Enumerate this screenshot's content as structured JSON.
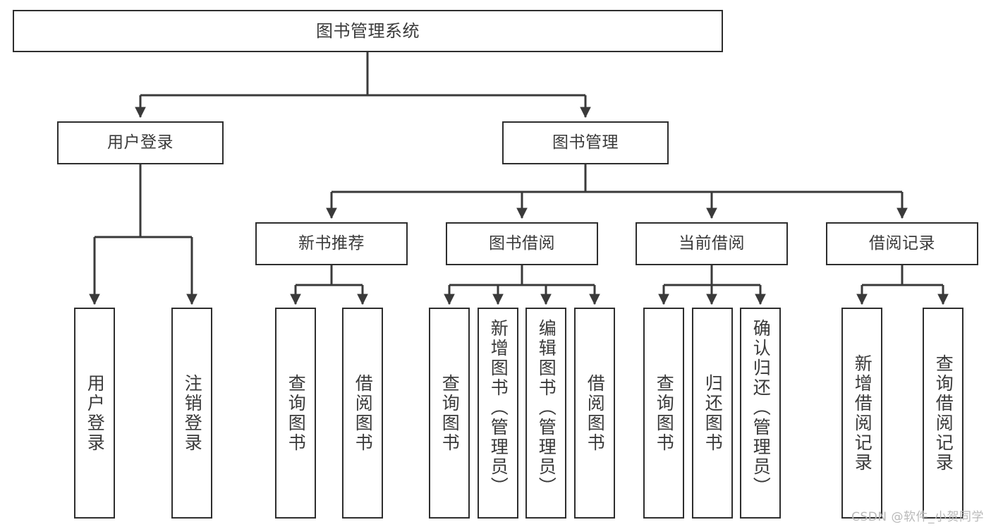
{
  "diagram": {
    "title": "图书管理系统",
    "type": "tree",
    "watermark": "CSDN @软件_小贺同学",
    "colors": {
      "box_border": "#2e2e2e",
      "box_fill": "#ffffff",
      "edge": "#3a3a3a",
      "text": "#3a3a3a",
      "watermark": "#b9b9b9",
      "background": "#ffffff"
    },
    "levels": {
      "root": "图书管理系统",
      "level2": [
        "用户登录",
        "图书管理"
      ],
      "level3": [
        "新书推荐",
        "图书借阅",
        "当前借阅",
        "借阅记录"
      ]
    },
    "nodes": {
      "root": {
        "label": "图书管理系统"
      },
      "user_login": {
        "label": "用户登录"
      },
      "book_manage": {
        "label": "图书管理"
      },
      "new_book_rec": {
        "label": "新书推荐"
      },
      "book_borrow": {
        "label": "图书借阅"
      },
      "current_borrow": {
        "label": "当前借阅"
      },
      "borrow_record": {
        "label": "借阅记录"
      },
      "leaf_user_login": {
        "label": "用户登录"
      },
      "leaf_user_logout": {
        "label": "注销登录"
      },
      "leaf_query_book_1": {
        "label": "查询图书"
      },
      "leaf_borrow_book_1": {
        "label": "借阅图书"
      },
      "leaf_query_book_2": {
        "label": "查询图书"
      },
      "leaf_add_book": {
        "label": "新增图书（管理员）"
      },
      "leaf_edit_book": {
        "label": "编辑图书（管理员）"
      },
      "leaf_borrow_book_2": {
        "label": "借阅图书"
      },
      "leaf_query_book_3": {
        "label": "查询图书"
      },
      "leaf_return_book": {
        "label": "归还图书"
      },
      "leaf_confirm_return": {
        "label": "确认归还（管理员）"
      },
      "leaf_add_record": {
        "label": "新增借阅记录"
      },
      "leaf_query_record": {
        "label": "查询借阅记录"
      }
    },
    "edges": [
      {
        "from": "root",
        "to": "user_login"
      },
      {
        "from": "root",
        "to": "book_manage"
      },
      {
        "from": "user_login",
        "to": "leaf_user_login"
      },
      {
        "from": "user_login",
        "to": "leaf_user_logout"
      },
      {
        "from": "book_manage",
        "to": "new_book_rec"
      },
      {
        "from": "book_manage",
        "to": "book_borrow"
      },
      {
        "from": "book_manage",
        "to": "current_borrow"
      },
      {
        "from": "book_manage",
        "to": "borrow_record"
      },
      {
        "from": "new_book_rec",
        "to": "leaf_query_book_1"
      },
      {
        "from": "new_book_rec",
        "to": "leaf_borrow_book_1"
      },
      {
        "from": "book_borrow",
        "to": "leaf_query_book_2"
      },
      {
        "from": "book_borrow",
        "to": "leaf_add_book"
      },
      {
        "from": "book_borrow",
        "to": "leaf_edit_book"
      },
      {
        "from": "book_borrow",
        "to": "leaf_borrow_book_2"
      },
      {
        "from": "current_borrow",
        "to": "leaf_query_book_3"
      },
      {
        "from": "current_borrow",
        "to": "leaf_return_book"
      },
      {
        "from": "current_borrow",
        "to": "leaf_confirm_return"
      },
      {
        "from": "borrow_record",
        "to": "leaf_add_record"
      },
      {
        "from": "borrow_record",
        "to": "leaf_query_record"
      }
    ]
  }
}
